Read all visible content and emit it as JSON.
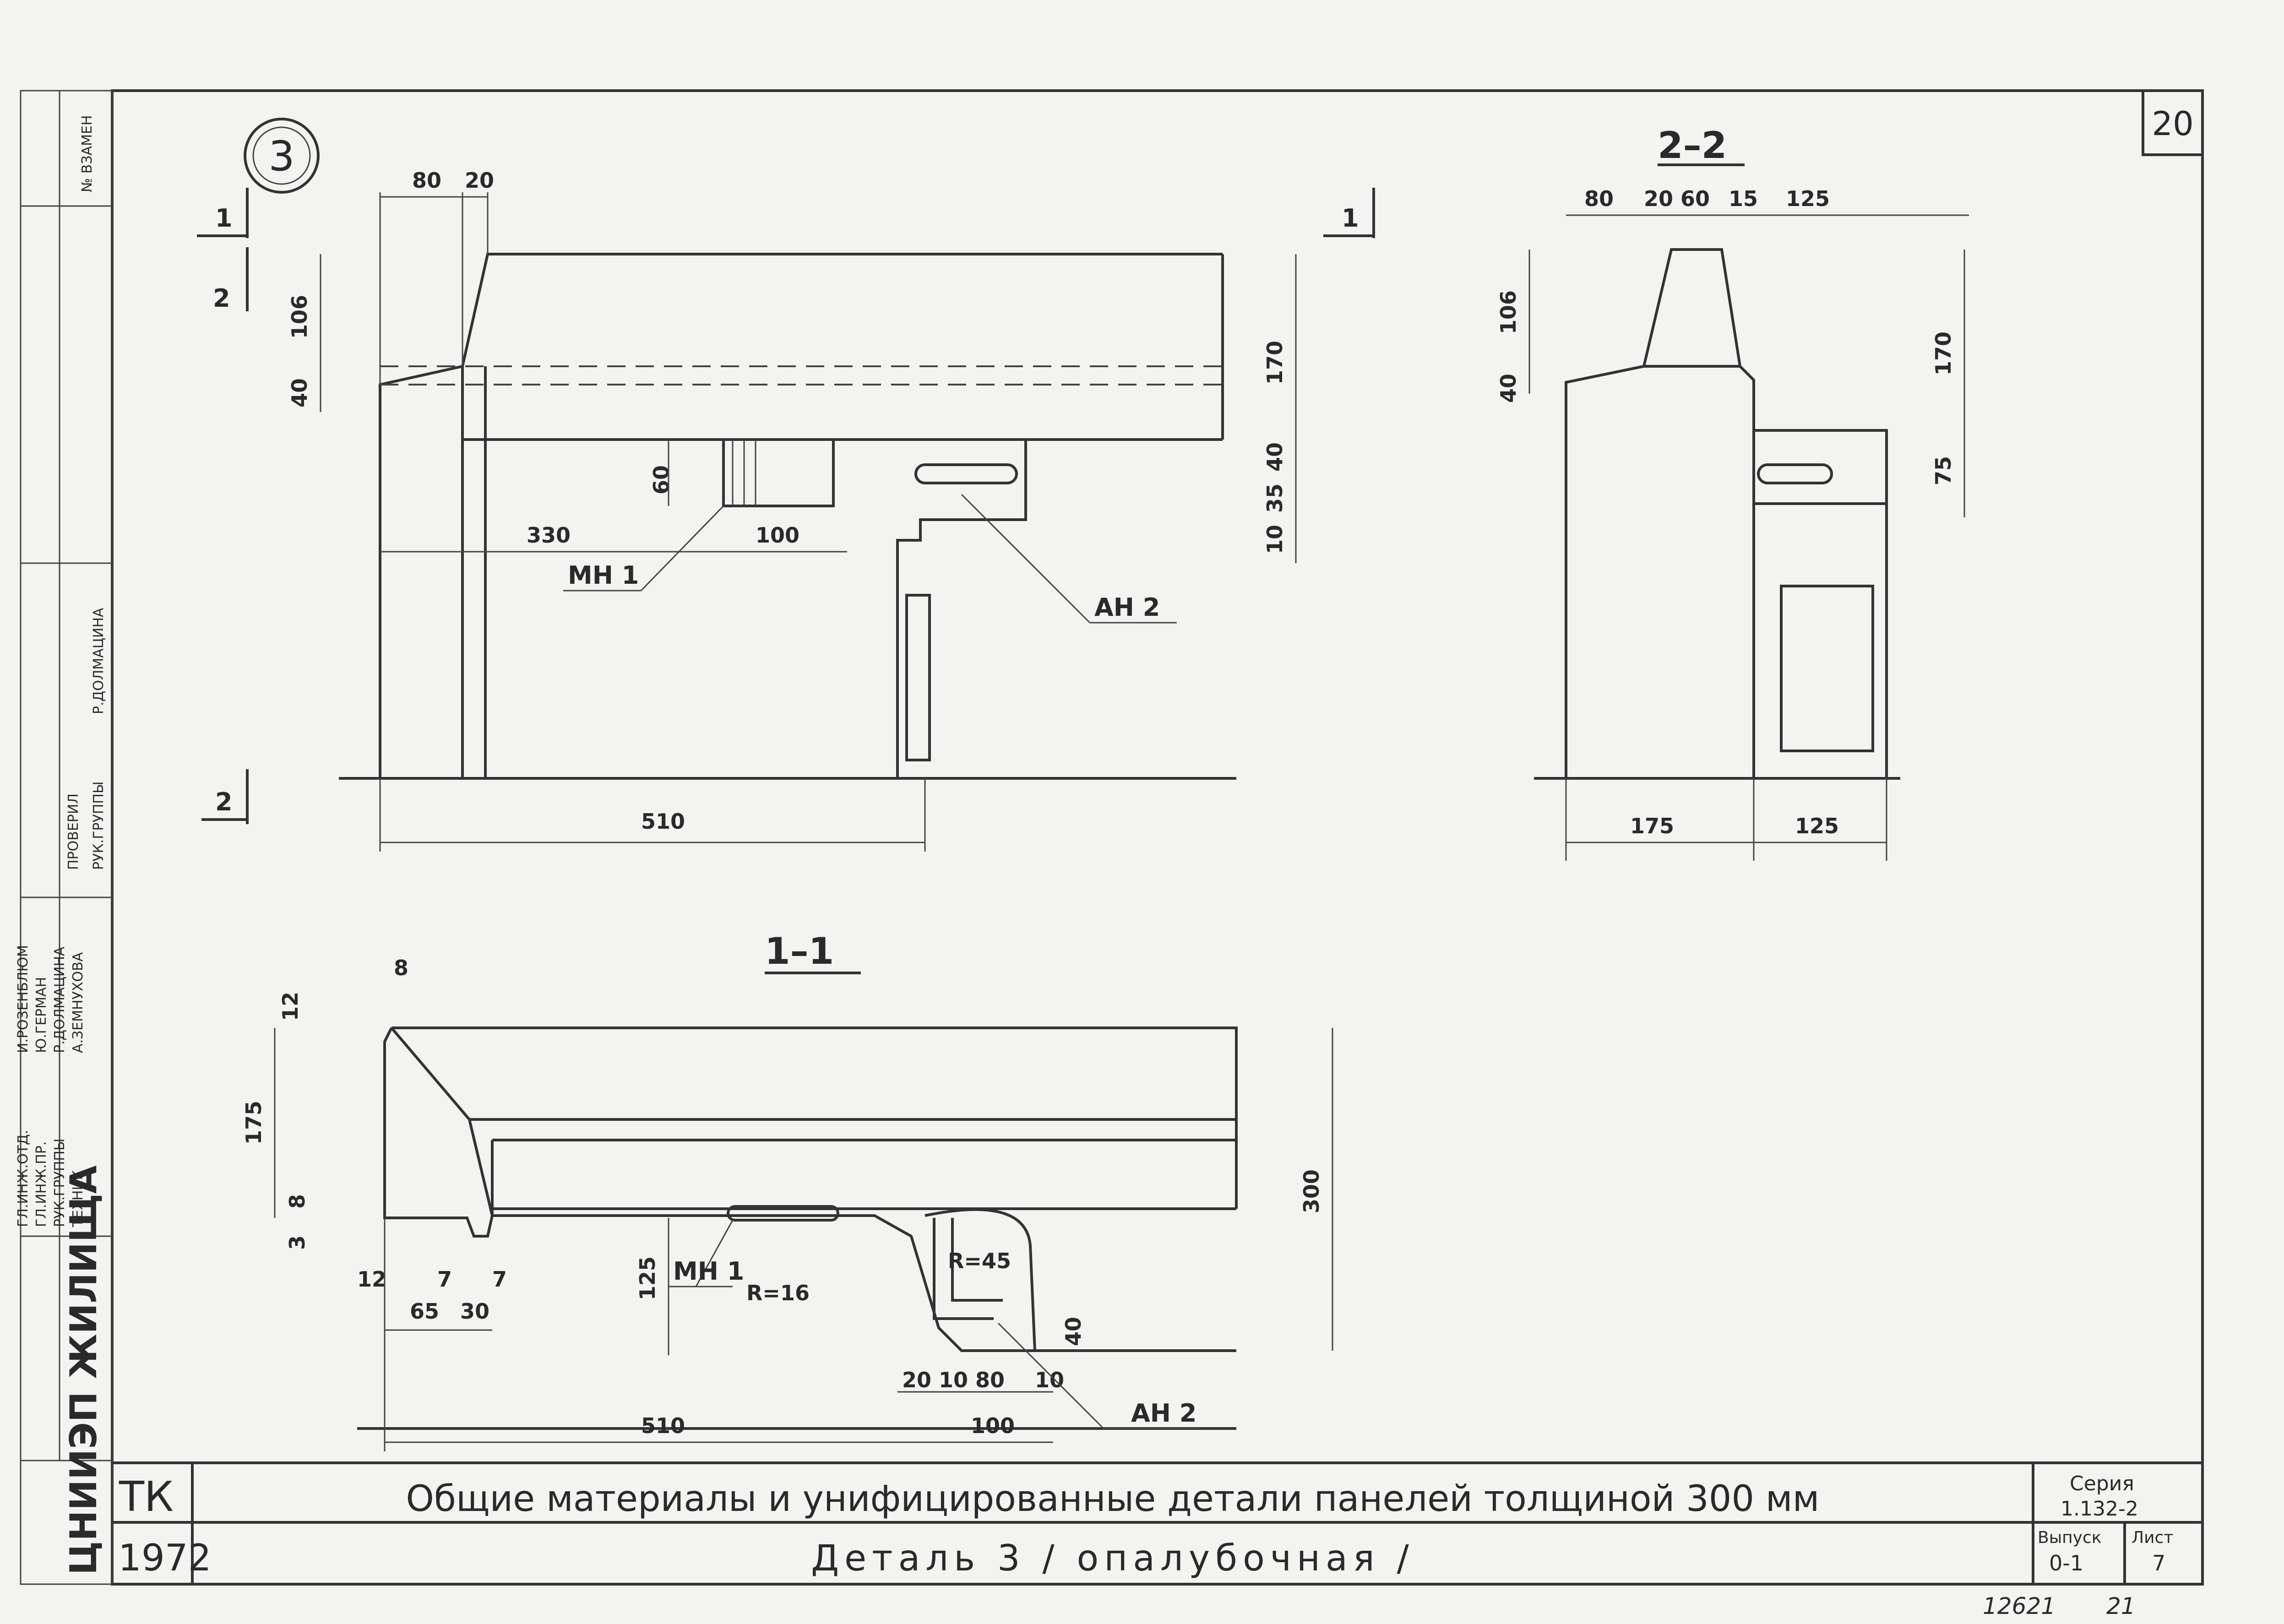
{
  "sheet_number": "20",
  "detail_marker": "3",
  "cut_marks": {
    "c1": "1",
    "c2": "2"
  },
  "sections": {
    "s22": "2–2",
    "s11": "1–1"
  },
  "labels": {
    "mn1": "МН 1",
    "an2": "АН 2",
    "r16": "R=16",
    "r45": "R=45"
  },
  "dims_top": [
    "80",
    "20",
    "106",
    "40",
    "170",
    "60",
    "330",
    "100",
    "40",
    "35",
    "10",
    "510"
  ],
  "dims_22": [
    "80",
    "20",
    "60",
    "15",
    "125",
    "106",
    "40",
    "170",
    "75",
    "175",
    "125"
  ],
  "dims_11": [
    "8",
    "12",
    "175",
    "8",
    "3",
    "12",
    "7",
    "7",
    "65",
    "30",
    "125",
    "20",
    "10",
    "80",
    "10",
    "40",
    "510",
    "100",
    "300"
  ],
  "stamp_side": {
    "zamen": "№ ВЗАМЕН",
    "roles": [
      "ГЛ.ИНЖ.ОТД.",
      "ГЛ.ИНЖ.ПР.",
      "РУК.ГРУППЫ",
      "ТЕХНИК"
    ],
    "names": [
      "И.РОЗЕНБЛЮМ",
      "Ю.ГЕРМАН",
      "Р.ДОЛМАЦИНА",
      "А.ЗЕМНУХОВА"
    ],
    "checked": "ПРОВЕРИЛ",
    "checked_role": "РУК.ГРУППЫ",
    "checked_name": "Р.ДОЛМАЦИНА",
    "org": "ЦНИИЭП ЖИЛИЩА"
  },
  "title_block": {
    "tk": "ТК",
    "year": "1972",
    "title": "Общие материалы и унифицированные детали панелей толщиной 300 мм",
    "subtitle": "Деталь 3 / опалубочная /",
    "series_label": "Серия",
    "series_value": "1.132-2",
    "issue_label": "Выпуск",
    "issue_value": "0-1",
    "sheet_label": "Лист",
    "sheet_value": "7"
  },
  "footer_numbers": [
    "12621",
    "21"
  ]
}
